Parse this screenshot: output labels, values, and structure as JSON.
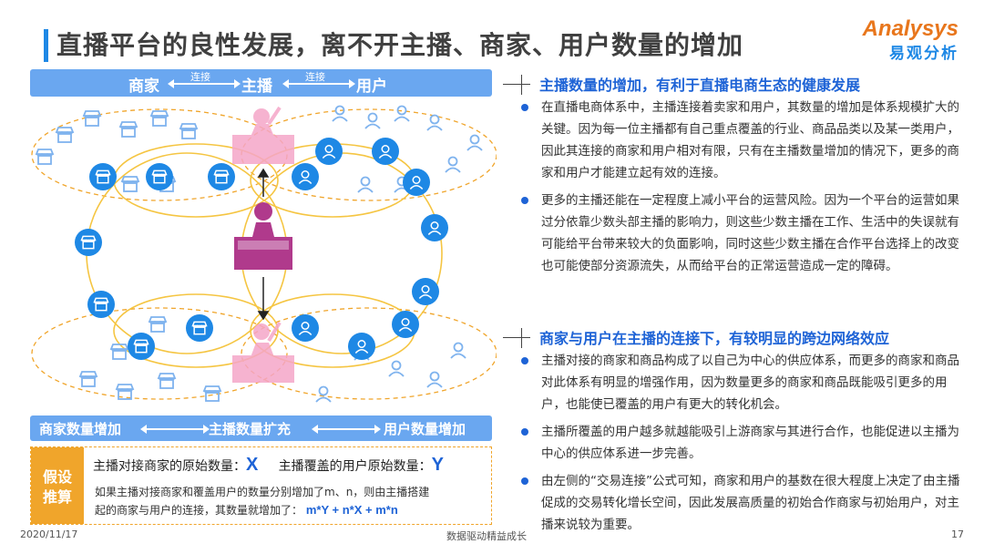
{
  "header": {
    "title": "直播平台的良性发展，离不开主播、商家、用户数量的增加",
    "brand_en": "Analysys",
    "brand_cn": "易观分析"
  },
  "left": {
    "top_band": {
      "merchant": "商家",
      "link1": "连接",
      "anchor": "主播",
      "link2": "连接",
      "user": "用户"
    },
    "bottom_band": {
      "merchant_increase": "商家数量增加",
      "anchor_expand": "主播数量扩充",
      "user_increase": "用户数量增加"
    },
    "assumption": {
      "tag_line1": "假设",
      "tag_line2": "推算",
      "merchant_label": "主播对接商家的原始数量：",
      "merchant_var": "X",
      "user_label": "主播覆盖的用户原始数量：",
      "user_var": "Y",
      "text_a": "如果主播对接商家和覆盖用户的数量分别增加了m、n，则由主播搭建",
      "text_b": "起的商家与用户的连接，其数量就增加了：",
      "formula": "m*Y + n*X + m*n"
    }
  },
  "right": {
    "section1": {
      "heading": "主播数量的增加，有利于直播电商生态的健康发展",
      "bullets": [
        "在直播电商体系中，主播连接着卖家和用户，其数量的增加是体系规模扩大的关键。因为每一位主播都有自己重点覆盖的行业、商品品类以及某一类用户，因此其连接的商家和用户相对有限，只有在主播数量增加的情况下，更多的商家和用户才能建立起有效的连接。",
        "更多的主播还能在一定程度上减小平台的运营风险。因为一个平台的运营如果过分依靠少数头部主播的影响力，则这些少数主播在工作、生活中的失误就有可能给平台带来较大的负面影响，同时这些少数主播在合作平台选择上的改变也可能使部分资源流失，从而给平台的正常运营造成一定的障碍。"
      ]
    },
    "section2": {
      "heading": "商家与用户在主播的连接下，有较明显的跨边网络效应",
      "bullets": [
        "主播对接的商家和商品构成了以自己为中心的供应体系，而更多的商家和商品对此体系有明显的增强作用，因为数量更多的商家和商品既能吸引更多的用户，也能使已覆盖的用户有更大的转化机会。",
        "主播所覆盖的用户越多就越能吸引上游商家与其进行合作，也能促进以主播为中心的供应体系进一步完善。",
        "由左侧的“交易连接”公式可知，商家和用户的基数在很大程度上决定了由主播促成的交易转化增长空间，因此发展高质量的初始合作商家与初始用户，对主播来说较为重要。"
      ]
    }
  },
  "footer": {
    "date": "2020/11/17",
    "slogan": "数据驱动精益成长",
    "page": "17"
  },
  "colors": {
    "accent_blue": "#1e63d6",
    "band_blue": "#6aa7f0",
    "orange": "#f0a52b",
    "pink": "#f5a6c8",
    "magenta": "#b03a8c"
  }
}
